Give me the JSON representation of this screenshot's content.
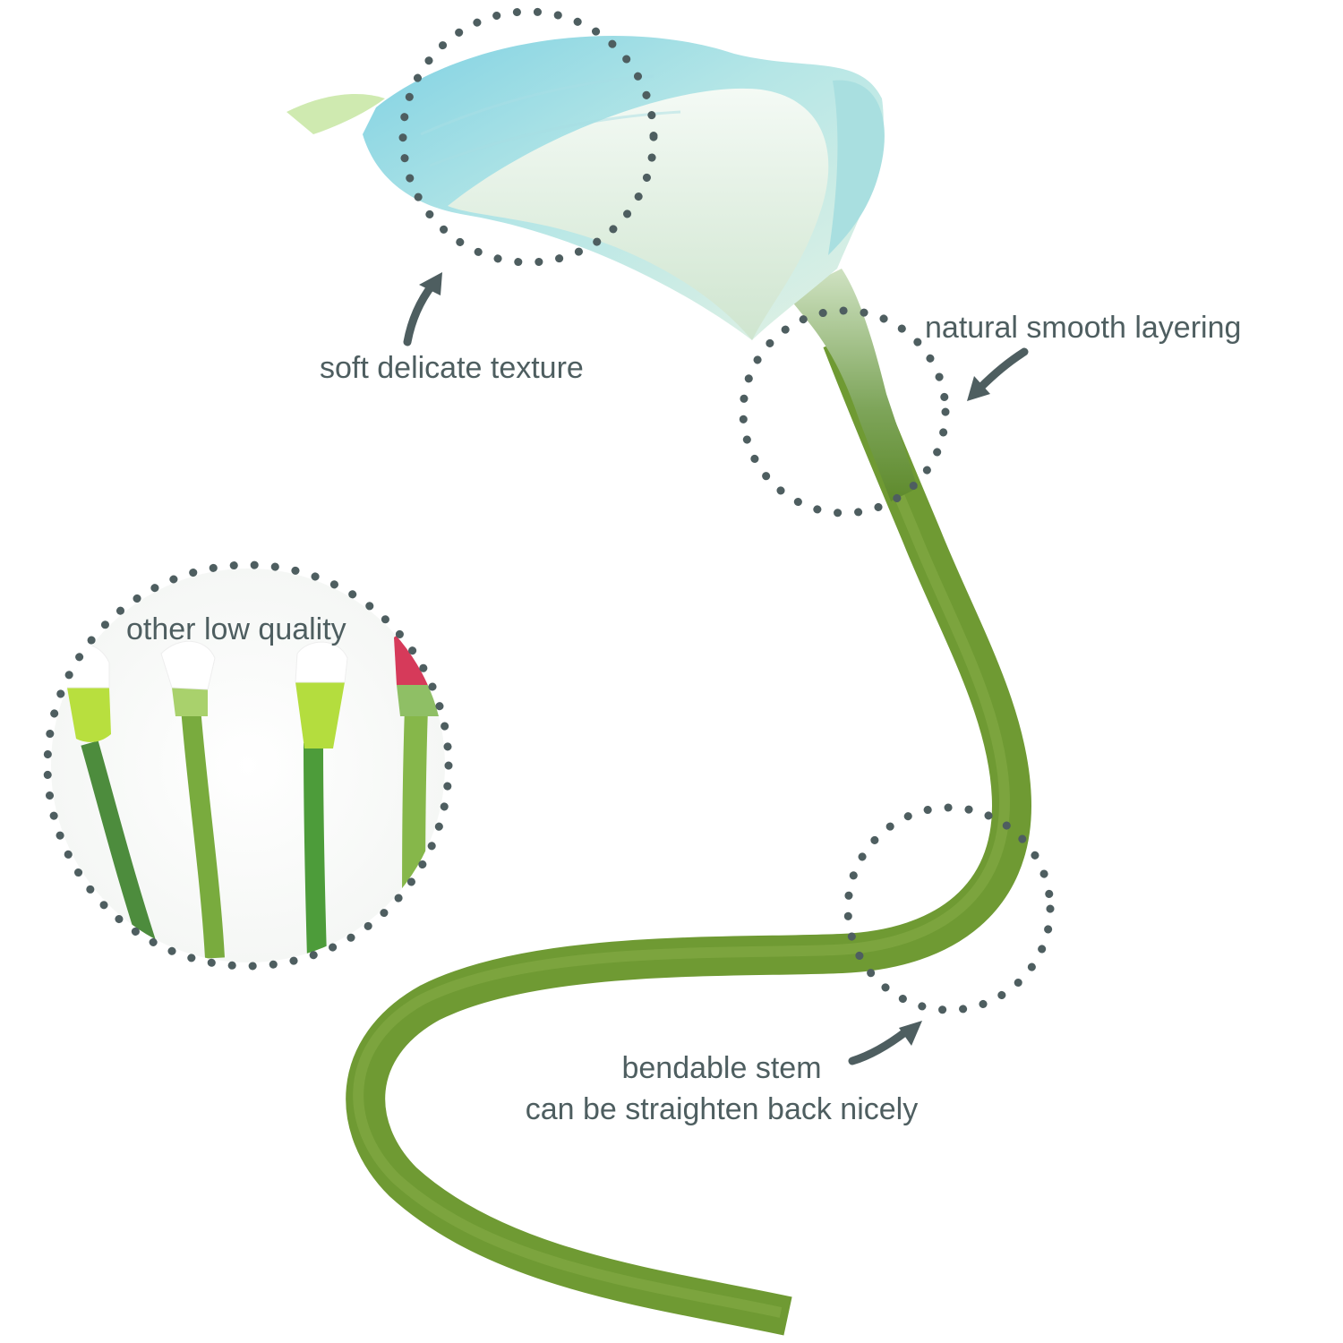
{
  "callouts": {
    "texture": "soft delicate texture",
    "layering": "natural smooth layering",
    "low_quality": "other low quality",
    "bendable_line1": "bendable stem",
    "bendable_line2": "can be straighten back nicely"
  },
  "colors": {
    "annotation": "#4e5e60",
    "petal_blue": "#8fd6e2",
    "petal_inner": "#dff1e8",
    "stem_green": "#6f9a33",
    "stem_dark": "#557a24",
    "background": "#ffffff"
  },
  "icons": {
    "arrow_up_left": "curved-arrow-icon",
    "arrow_down_left": "curved-arrow-icon",
    "dotted_circle": "dotted-circle-icon"
  }
}
